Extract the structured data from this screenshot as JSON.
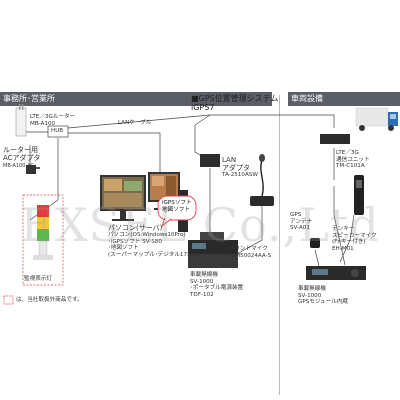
{
  "sections": {
    "office": "事務所･営業所",
    "vehicle": "車両設備"
  },
  "system_title": [
    "■GPS位置管理システム",
    "iGPS7"
  ],
  "office": {
    "router_lte": [
      "LTE／3Gルーター",
      "MB-A100"
    ],
    "hub": "HUB",
    "lan_cable": "LANケーブル",
    "ac_adapter": [
      "ルーター用",
      "ACアダプタ",
      "MB-A100-AC"
    ],
    "lan_adapter": [
      "LAN",
      "アダプタ",
      "TA-2510ASW"
    ],
    "monitor_lamp": "監視表示灯",
    "software_bubble": [
      "iGPSソフト",
      "地図ソフト"
    ],
    "pc": [
      "パソコン(サーバ)",
      "パソコン(OS:Windows10Pro)",
      "･iGPSソフト SV-S80",
      "･地図ソフト",
      "(スーパーマップル･デジタル17以降)"
    ],
    "stand_mic": [
      "･スタンドマイク",
      "EA-M50024AA-S"
    ],
    "radio": [
      "車載無線機",
      "SV-1000",
      "･ポータブル電源装置",
      "TDF-102"
    ],
    "legend": "は、当社取扱外商品です。"
  },
  "vehicle": {
    "lte_unit": [
      "LTE／3G",
      "通信ユニット",
      "TM-C101A"
    ],
    "gps_antenna": [
      "GPS",
      "アンテナ",
      "SV-A01"
    ],
    "tenkey_mic": [
      "テンキー",
      "スピーカーマイク",
      "(Fnキー付き)",
      "EH-M01"
    ],
    "radio": [
      "車載無線機",
      "SV-1000",
      "GPSモジュール内蔵"
    ]
  },
  "watermark": "EXSEL Co.,Ltd",
  "colors": {
    "header_bg": "#5a5e66",
    "bubble_border": "#e23a4a",
    "dashed_border": "#e23a4a",
    "line": "#444444"
  }
}
